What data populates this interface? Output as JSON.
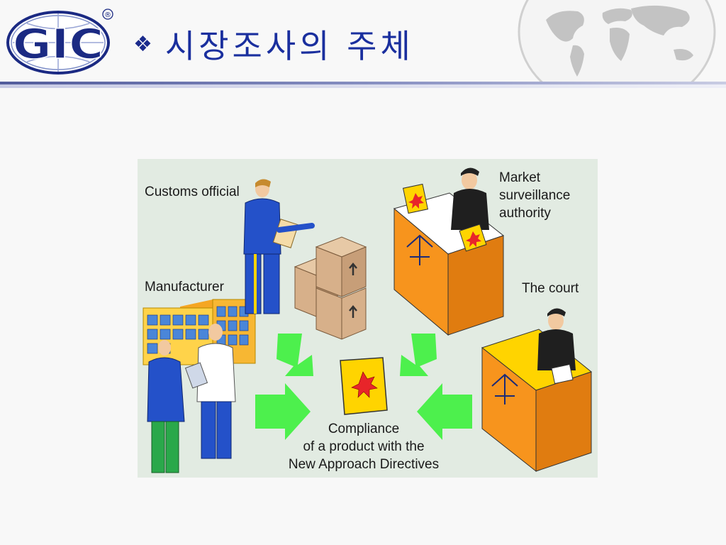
{
  "logo": {
    "text": "GIC",
    "registered": "®"
  },
  "slide": {
    "bullet": "❖",
    "title": "시장조사의 주체"
  },
  "figure": {
    "labels": {
      "customs": "Customs official",
      "manufacturer": "Manufacturer",
      "market": "Market surveillance authority",
      "court": "The court",
      "compliance_line1": "Compliance",
      "compliance_line2": "of a product with the",
      "compliance_line3": "New Approach Directives"
    }
  },
  "colors": {
    "title": "#1a2f9e",
    "logo_blue": "#1b2a83",
    "arrow_green": "#4df04d",
    "desk_orange": "#f7941d",
    "desk_yellow": "#ffd400",
    "figure_bg": "#e2ebe2"
  }
}
